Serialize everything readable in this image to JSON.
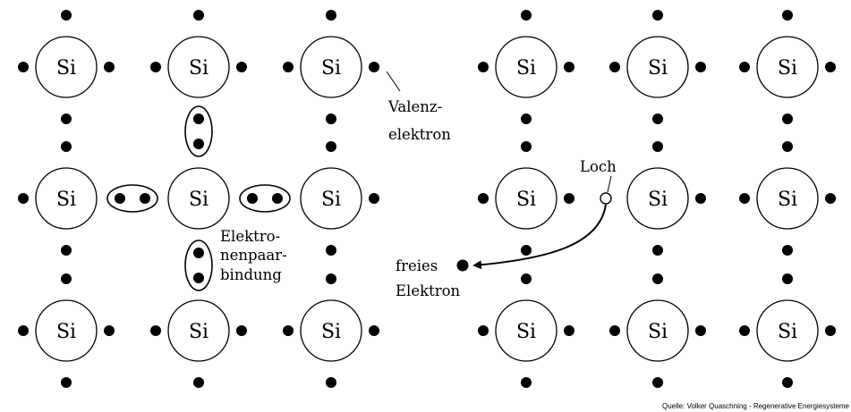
{
  "atom_symbol": "Si",
  "labels": {
    "valence_line1": "Valenz-",
    "valence_line2": "elektron",
    "bond_line1": "Elektro-",
    "bond_line2": "nenpaar-",
    "bond_line3": "bindung",
    "hole": "Loch",
    "free_line1": "freies",
    "free_line2": "Elektron"
  },
  "source": "Quelle: Volker Quaschning - Regenerative Energiesysteme",
  "lattices": [
    {
      "name": "intrinsic",
      "rows": 3,
      "cols": 3
    },
    {
      "name": "with-hole-and-free-electron",
      "rows": 3,
      "cols": 3
    }
  ]
}
